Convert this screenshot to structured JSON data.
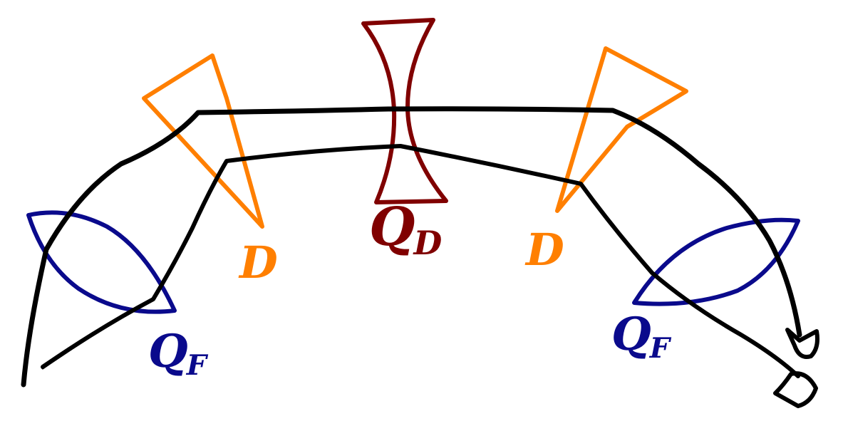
{
  "labels": {
    "dipole_left": "D",
    "dipole_right": "D",
    "defocusing_quad": "Q",
    "defocusing_quad_sub": "D",
    "focusing_quad_left": "Q",
    "focusing_quad_left_sub": "F",
    "focusing_quad_right": "Q",
    "focusing_quad_right_sub": "F"
  },
  "colors": {
    "dipole": "#ff7f00",
    "defocusing_quad": "#800000",
    "focusing_quad": "#0a0a8c",
    "beam": "#000000"
  }
}
